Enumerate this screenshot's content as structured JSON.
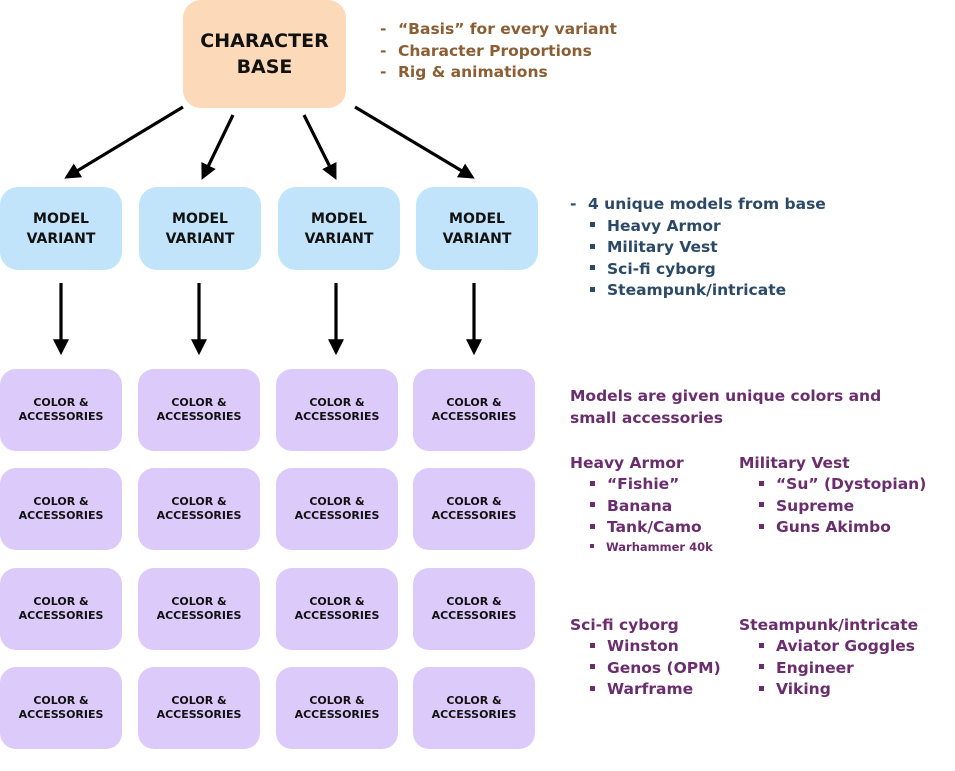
{
  "base": {
    "line1": "CHARACTER",
    "line2": "BASE"
  },
  "base_notes": [
    "“Basis” for every variant",
    "Character Proportions",
    "Rig & animations"
  ],
  "model": {
    "line1": "MODEL",
    "line2": "VARIANT"
  },
  "color": {
    "line1": "COLOR &",
    "line2": "ACCESSORIES"
  },
  "model_notes": {
    "heading": "4 unique models from base",
    "items": [
      "Heavy Armor",
      "Military Vest",
      "Sci-fi cyborg",
      "Steampunk/intricate"
    ]
  },
  "color_notes": {
    "line1": "Models are given unique colors and",
    "line2": "small accessories",
    "groups": [
      {
        "title": "Heavy Armor",
        "items": [
          "“Fishie”",
          "Banana",
          "Tank/Camo"
        ],
        "small_item": "Warhammer 40k"
      },
      {
        "title": "Military Vest",
        "items": [
          "“Su” (Dystopian)",
          "Supreme",
          "Guns Akimbo"
        ]
      },
      {
        "title": "Sci-fi cyborg",
        "items": [
          "Winston",
          "Genos (OPM)",
          "Warframe"
        ]
      },
      {
        "title": "Steampunk/intricate",
        "items": [
          "Aviator Goggles",
          "Engineer",
          "Viking"
        ]
      }
    ]
  },
  "colors": {
    "base_fill": "#fcd9b8",
    "model_fill": "#c2e4fb",
    "color_fill": "#dccafb",
    "base_notes_text": "#8b5e34",
    "model_notes_text": "#2c4a66",
    "color_notes_text": "#6a2d6d"
  }
}
